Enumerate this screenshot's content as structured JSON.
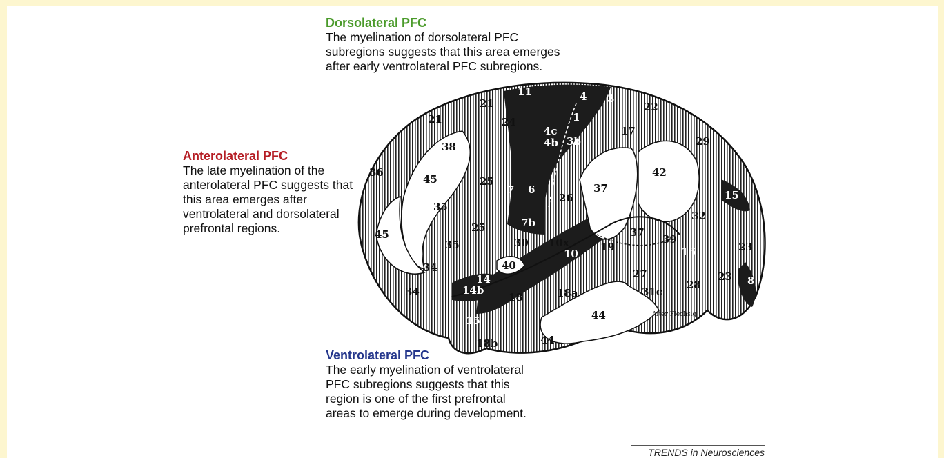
{
  "colors": {
    "dorsal": "#4a9a2a",
    "antero": "#b51d24",
    "ventro": "#25378c",
    "frame": "#fdf6cf"
  },
  "annotations": {
    "dorsolateral": {
      "title": "Dorsolateral PFC",
      "body": "The myelination of dorsolateral PFC subregions suggests that this area emerges after early ventrolateral PFC subregions."
    },
    "anterolateral": {
      "title": "Anterolateral PFC",
      "body": "The late myelination of the anterolateral PFC suggests that this area emerges after ventrolateral and dorsolateral prefrontal regions."
    },
    "ventrolateral": {
      "title": "Ventrolateral PFC",
      "body": "The early myelination of ventrolateral PFC subregions suggests that this region is one of the first prefrontal areas to emerge during development."
    }
  },
  "brain": {
    "signature": "After Flechsig",
    "area_labels": [
      "11",
      "4",
      "3",
      "1",
      "22",
      "21",
      "24",
      "4c",
      "4b",
      "3b",
      "17",
      "21",
      "29",
      "38",
      "42",
      "36",
      "45",
      "25",
      "7",
      "6",
      "26",
      "37",
      "15",
      "35",
      "25",
      "32",
      "7b",
      "45",
      "35",
      "30",
      "10x",
      "37",
      "39",
      "19",
      "16",
      "23",
      "34",
      "40",
      "10",
      "14",
      "27",
      "23",
      "8",
      "34",
      "14b",
      "18",
      "18a",
      "31c",
      "28",
      "15",
      "44",
      "18b",
      "44"
    ]
  },
  "credit": "TRENDS in Neurosciences"
}
